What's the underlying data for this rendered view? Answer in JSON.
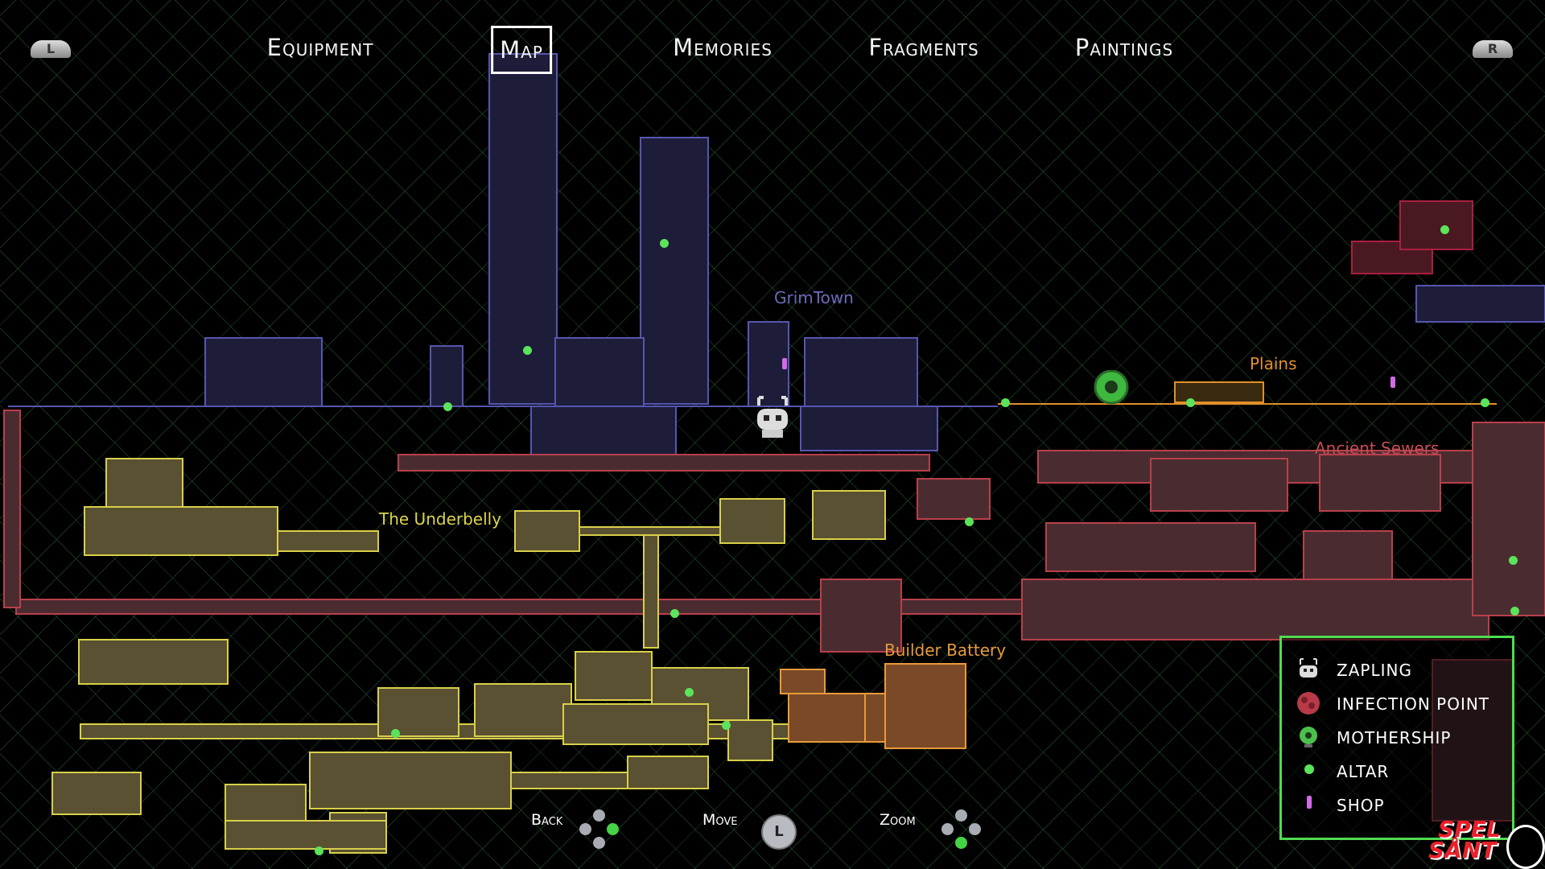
{
  "nav": {
    "left_button": "L",
    "right_button": "R",
    "tabs": [
      {
        "label": "Equipment",
        "active": false
      },
      {
        "label": "Map",
        "active": true
      },
      {
        "label": "Memories",
        "active": false
      },
      {
        "label": "Fragments",
        "active": false
      },
      {
        "label": "Paintings",
        "active": false
      }
    ]
  },
  "map": {
    "areas": [
      {
        "name": "GrimTown",
        "color": "#6a6ab8"
      },
      {
        "name": "Plains",
        "color": "#e0902a"
      },
      {
        "name": "Ancient Sewers",
        "color": "#c84a55"
      },
      {
        "name": "The Underbelly",
        "color": "#dcd44a"
      },
      {
        "name": "Builder Battery",
        "color": "#e89a3a"
      }
    ]
  },
  "legend": {
    "items": [
      {
        "label": "ZAPLING",
        "icon": "zapling-icon"
      },
      {
        "label": "INFECTION POINT",
        "icon": "infection-point-icon"
      },
      {
        "label": "MOTHERSHIP",
        "icon": "mothership-icon"
      },
      {
        "label": "ALTAR",
        "icon": "altar-icon"
      },
      {
        "label": "SHOP",
        "icon": "shop-icon"
      }
    ],
    "border_color": "#4fdc4f"
  },
  "controls": {
    "back": "Back",
    "move": "Move",
    "move_stick": "L",
    "zoom": "Zoom"
  },
  "watermark": {
    "line1": "SPEL",
    "line2": "SÅNT",
    "amp": "&"
  }
}
